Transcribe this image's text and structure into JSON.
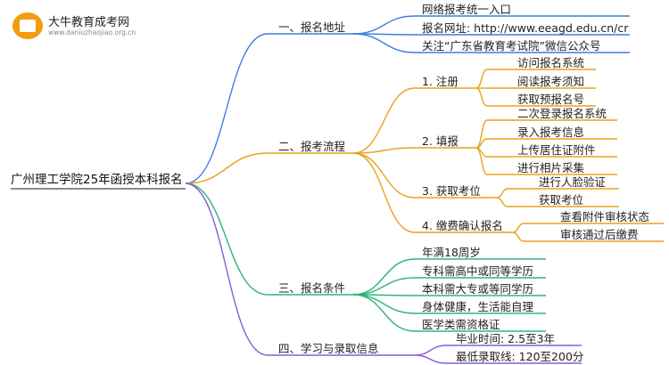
{
  "logo": {
    "title": "大牛教育成考网",
    "url": "www.daniuzhaojiao.org.cn"
  },
  "root": "广州理工学院25年函授本科报名",
  "colors": {
    "blue": "#3d7fe0",
    "orange": "#e8a21c",
    "red": "#e8475e",
    "green": "#2db57a",
    "purple": "#8a5bd6"
  },
  "sections": [
    {
      "label": "一、报名地址",
      "color": "blue",
      "items": [
        {
          "label": "网络报考统一入口"
        },
        {
          "label": "报名网址: http://www.eeagd.edu.cn/cr"
        },
        {
          "label": "关注“广东省教育考试院”微信公众号"
        }
      ]
    },
    {
      "label": "二、报考流程",
      "color": "orange",
      "items": [
        {
          "label": "1. 注册",
          "children": [
            "访问报名系统",
            "阅读报考须知",
            "获取预报名号"
          ]
        },
        {
          "label": "2. 填报",
          "children": [
            "二次登录报名系统",
            "录入报考信息",
            "上传居住证附件",
            "进行相片采集"
          ]
        },
        {
          "label": "3. 获取考位",
          "children": [
            "进行人脸验证",
            "获取考位"
          ]
        },
        {
          "label": "4. 缴费确认报名",
          "children": [
            "查看附件审核状态",
            "审核通过后缴费"
          ]
        }
      ]
    },
    {
      "label": "三、报名条件",
      "color": "green",
      "items": [
        {
          "label": "年满18周岁"
        },
        {
          "label": "专科需高中或同等学历"
        },
        {
          "label": "本科需大专或等同学历"
        },
        {
          "label": "身体健康，生活能自理"
        },
        {
          "label": "医学类需资格证"
        }
      ]
    },
    {
      "label": "四、学习与录取信息",
      "color": "purple",
      "items": [
        {
          "label": "毕业时间: 2.5至3年"
        },
        {
          "label": "最低录取线: 120至200分"
        }
      ]
    }
  ]
}
